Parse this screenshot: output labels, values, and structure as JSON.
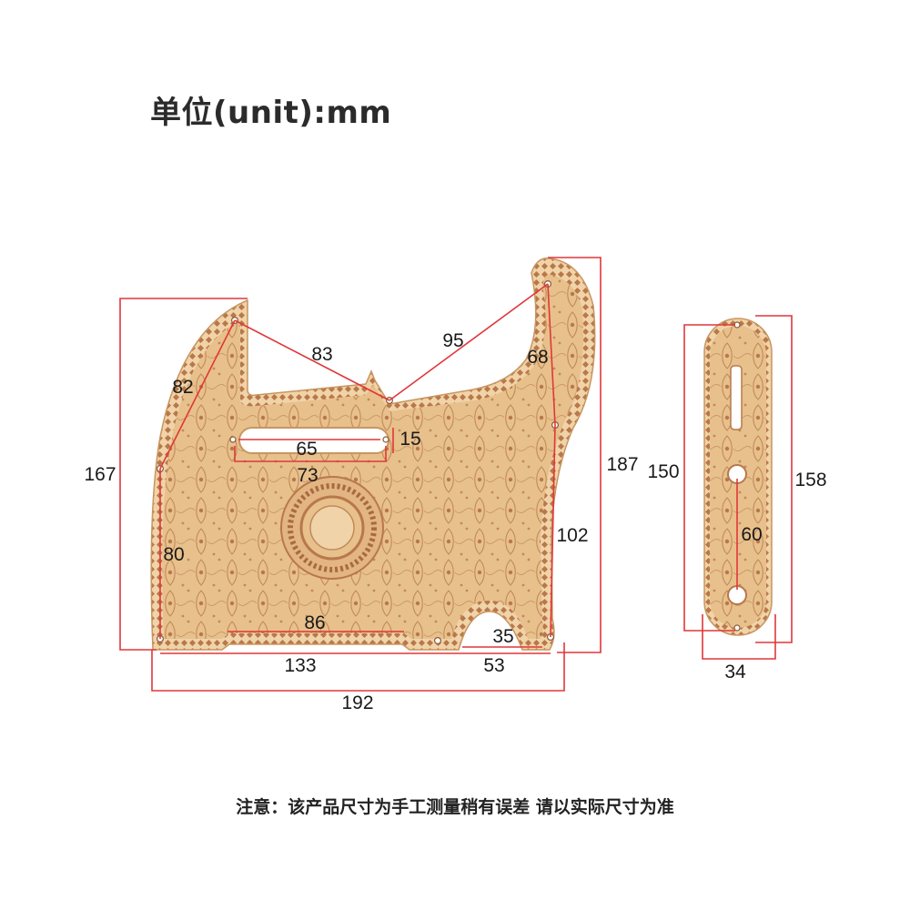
{
  "title": "单位(unit):mm",
  "note": "注意：该产品尺寸为手工测量稍有误差 请以实际尺寸为准",
  "colors": {
    "dimension_line": "#e0373a",
    "wood": "#e8c08c",
    "engraving": "#b8784a",
    "text": "#1a1a1a"
  },
  "pickguard": {
    "dims": {
      "d83": "83",
      "d95": "95",
      "d82": "82",
      "d68": "68",
      "d65": "65",
      "d15": "15",
      "d73": "73",
      "d167": "167",
      "d187": "187",
      "d102": "102",
      "d80": "80",
      "d86": "86",
      "d35": "35",
      "d133": "133",
      "d53": "53",
      "d192": "192"
    }
  },
  "control_plate": {
    "dims": {
      "d150": "150",
      "d158": "158",
      "d60": "60",
      "d34": "34"
    }
  }
}
